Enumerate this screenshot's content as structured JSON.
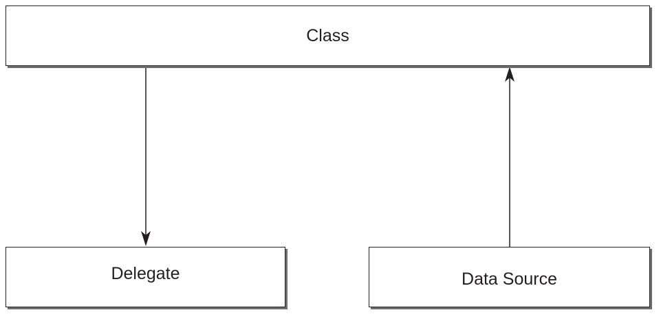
{
  "diagram": {
    "nodes": {
      "class": {
        "label": "Class"
      },
      "delegate": {
        "label": "Delegate"
      },
      "data_source": {
        "label": "Data Source"
      }
    },
    "edges": [
      {
        "from": "class",
        "to": "delegate",
        "direction": "down"
      },
      {
        "from": "data_source",
        "to": "class",
        "direction": "up"
      }
    ],
    "colors": {
      "stroke": "#231f20",
      "shadow": "#6f6f6f",
      "background": "#ffffff"
    }
  }
}
